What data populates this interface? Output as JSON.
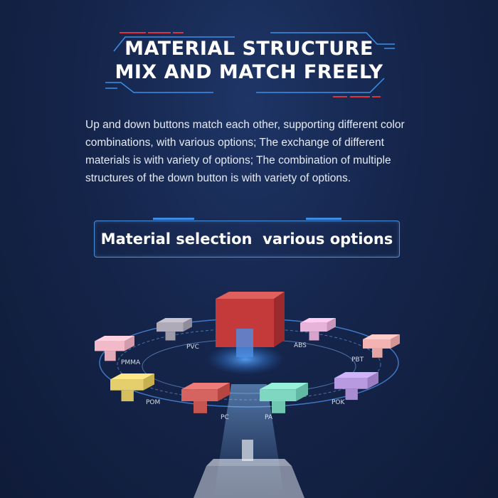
{
  "heading": {
    "line1": "MATERIAL STRUCTURE",
    "line2": "MIX AND MATCH FREELY"
  },
  "description": "Up and down buttons match each other, supporting different color combinations, with various options; The exchange of different materials is with variety of options; The combination of multiple structures of the down button is with variety of options.",
  "option_banner": "Material selection  various options",
  "materials": [
    {
      "label": "PVC",
      "color": "#aeaab8"
    },
    {
      "label": "ABS",
      "color": "#e7b3d9"
    },
    {
      "label": "PMMA",
      "color": "#f2b9c8"
    },
    {
      "label": "PBT",
      "color": "#f4b3b3"
    },
    {
      "label": "POM",
      "color": "#e4cf6c"
    },
    {
      "label": "PC",
      "color": "#d5635f"
    },
    {
      "label": "PA",
      "color": "#7fd6c1"
    },
    {
      "label": "POK",
      "color": "#b89ae0"
    }
  ],
  "colors": {
    "center_cap": "#c43a3a",
    "accent_blue": "#3b8fe8",
    "accent_red": "#d8353d"
  }
}
